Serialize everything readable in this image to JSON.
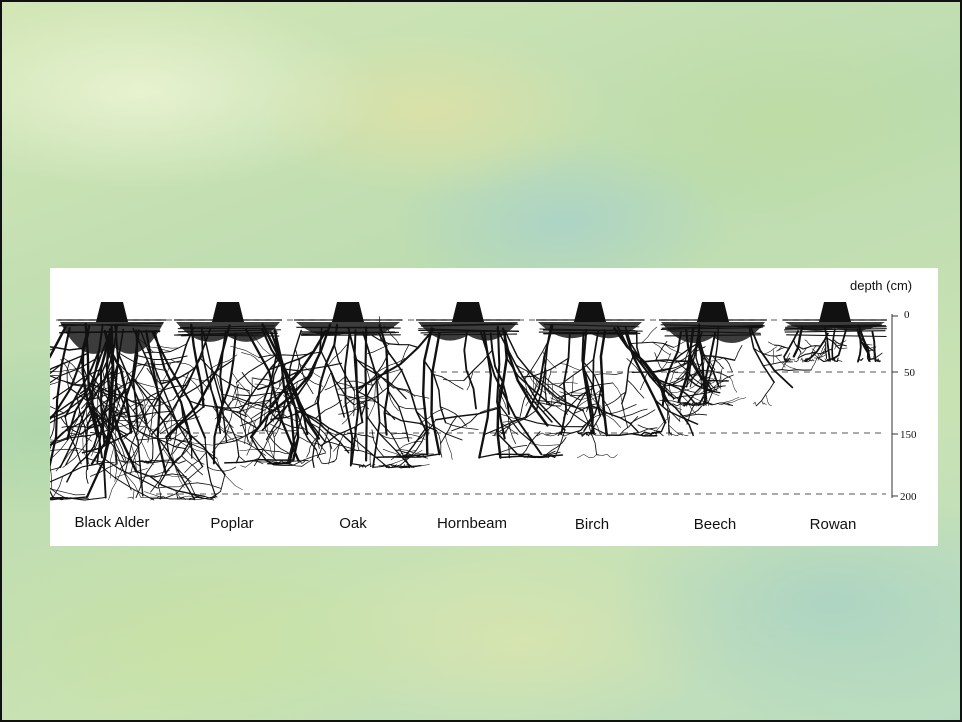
{
  "diagram": {
    "axis_title": "depth (cm)",
    "depth_ticks": [
      "0",
      "50",
      "150",
      "200"
    ],
    "species": [
      "Black Alder",
      "Poplar",
      "Oak",
      "Hornbeam",
      "Birch",
      "Beech",
      "Rowan"
    ]
  }
}
